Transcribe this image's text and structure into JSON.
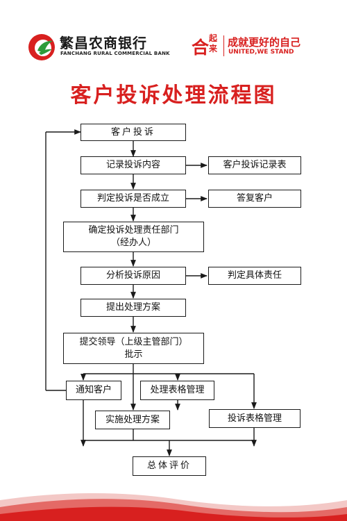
{
  "header": {
    "bank_name": "繁昌农商银行",
    "bank_name_en": "FANCHANG RURAL COMMERCIAL BANK",
    "slogan_mark_main": "合",
    "slogan_mark_top": "起",
    "slogan_mark_bottom": "来",
    "slogan_cn": "成就更好的自己",
    "slogan_en": "UNITED,WE STAND"
  },
  "title": "客户投诉处理流程图",
  "flow": {
    "complaint": "客户投诉",
    "record": "记录投诉内容",
    "record_table": "客户投诉记录表",
    "judge": "判定投诉是否成立",
    "reply": "答复客户",
    "determine_line1": "确定投诉处理责任部门",
    "determine_line2": "（经办人）",
    "analyze": "分析投诉原因",
    "responsibility": "判定具体责任",
    "propose": "提出处理方案",
    "submit_line1": "提交领导（上级主管部门）",
    "submit_line2": "批示",
    "notify": "通知客户",
    "form_mgmt": "处理表格管理",
    "implement": "实施处理方案",
    "complaint_form_mgmt": "投诉表格管理",
    "evaluation": "总体评价"
  },
  "colors": {
    "brand_red": "#d8201f",
    "brand_green": "#2e9b3a",
    "line": "#1a1a1a"
  },
  "icons": {
    "bank_logo": "bank-logo-icon",
    "arrow": "arrow-icon"
  }
}
